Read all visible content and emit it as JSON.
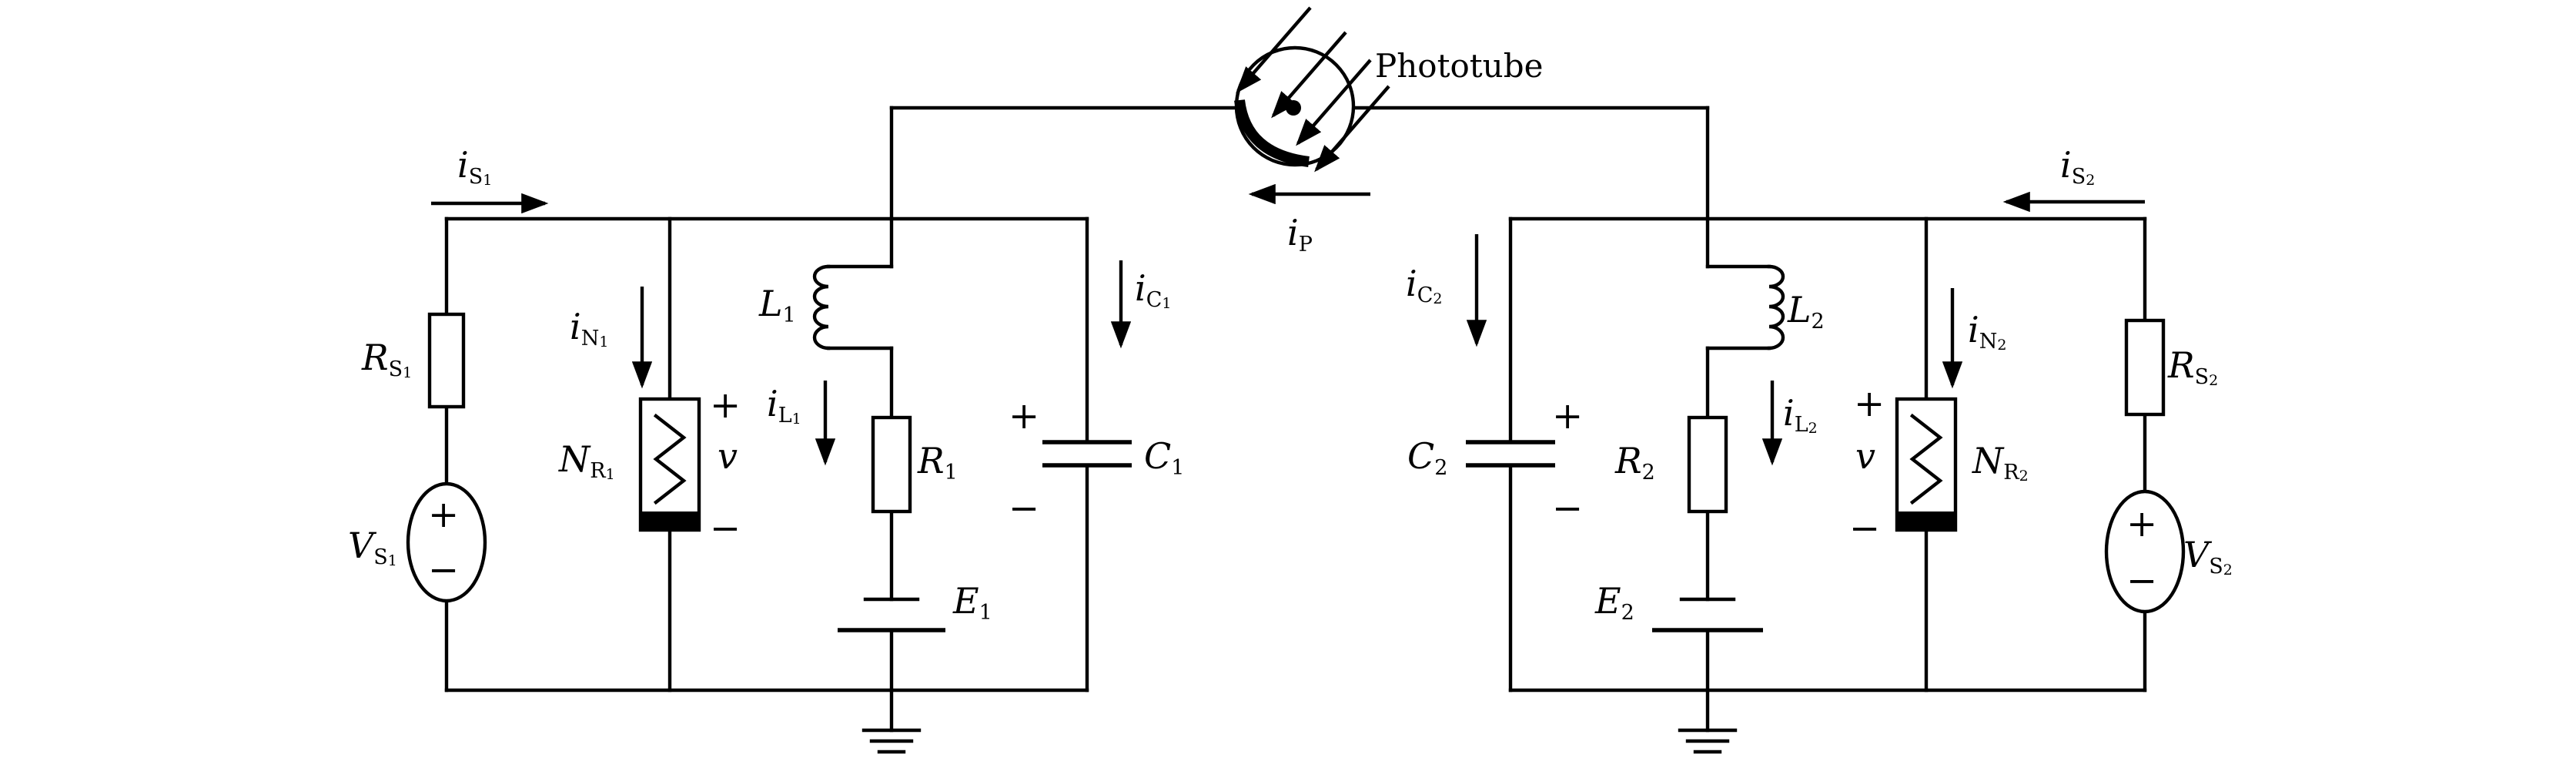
{
  "labels": {
    "phototube": "Phototube",
    "iS1": {
      "main": "i",
      "sub": "S",
      "subsub": "1"
    },
    "iS2": {
      "main": "i",
      "sub": "S",
      "subsub": "2"
    },
    "iP": {
      "main": "i",
      "sub": "P"
    },
    "RS1": {
      "main": "R",
      "sub": "S",
      "subsub": "1"
    },
    "RS2": {
      "main": "R",
      "sub": "S",
      "subsub": "2"
    },
    "VS1": {
      "main": "V",
      "sub": "S",
      "subsub": "1"
    },
    "VS2": {
      "main": "V",
      "sub": "S",
      "subsub": "2"
    },
    "iN1": {
      "main": "i",
      "sub": "N",
      "subsub": "1"
    },
    "iN2": {
      "main": "i",
      "sub": "N",
      "subsub": "2"
    },
    "NR1": {
      "main": "N",
      "sub": "R",
      "subsub": "1"
    },
    "NR2": {
      "main": "N",
      "sub": "R",
      "subsub": "2"
    },
    "L1": {
      "main": "L",
      "sub": "1"
    },
    "L2": {
      "main": "L",
      "sub": "2"
    },
    "iL1": {
      "main": "i",
      "sub": "L",
      "subsub": "1"
    },
    "iL2": {
      "main": "i",
      "sub": "L",
      "subsub": "2"
    },
    "R1": {
      "main": "R",
      "sub": "1"
    },
    "R2": {
      "main": "R",
      "sub": "2"
    },
    "E1": {
      "main": "E",
      "sub": "1"
    },
    "E2": {
      "main": "E",
      "sub": "2"
    },
    "iC1": {
      "main": "i",
      "sub": "C",
      "subsub": "1"
    },
    "iC2": {
      "main": "i",
      "sub": "C",
      "subsub": "2"
    },
    "C1": {
      "main": "C",
      "sub": "1"
    },
    "C2": {
      "main": "C",
      "sub": "2"
    },
    "v": "v",
    "plus": "+",
    "minus": "−"
  }
}
